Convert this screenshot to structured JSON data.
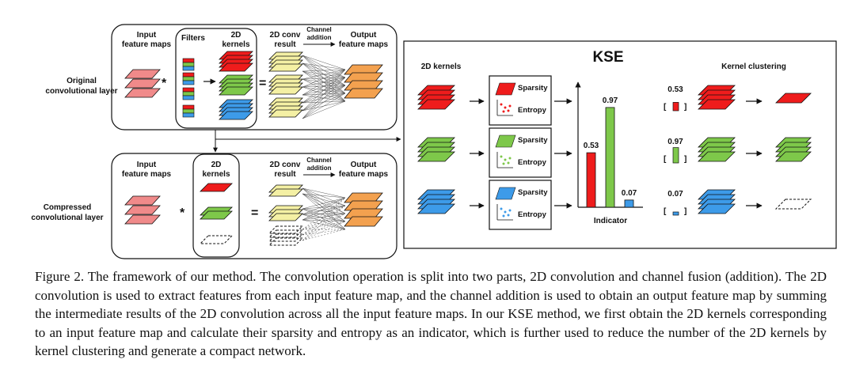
{
  "figure": {
    "original_label": [
      "Original",
      "convolutional layer"
    ],
    "compressed_label": [
      "Compressed",
      "convolutional layer"
    ],
    "input_feature_maps": [
      "Input",
      "feature maps"
    ],
    "filters": "Filters",
    "kernels_2d": [
      "2D",
      "kernels"
    ],
    "conv_result": [
      "2D conv",
      "result"
    ],
    "channel_addition": [
      "Channel",
      "addition"
    ],
    "output_feature_maps": [
      "Output",
      "feature maps"
    ],
    "op_multiply": "*",
    "op_equals": "=",
    "kse": {
      "title": "KSE",
      "kernels_label": "2D kernels",
      "clustering_label": "Kernel clustering",
      "sparsity": "Sparsity",
      "entropy": "Entropy",
      "indicator_label": "Indicator"
    }
  },
  "chart_data": {
    "type": "bar",
    "categories": [
      "red",
      "green",
      "blue"
    ],
    "values": [
      0.53,
      0.97,
      0.07
    ],
    "value_labels": [
      "0.53",
      "0.97",
      "0.07"
    ],
    "xlabel": "Indicator",
    "ylabel": "",
    "colors": [
      "#ef1c1c",
      "#7ec84a",
      "#3d9be9"
    ]
  },
  "caption": "Figure 2. The framework of our method. The convolution operation is split into two parts, 2D convolution and channel fusion (addition). The 2D convolution is used to extract features from each input feature map, and the channel addition is used to obtain an output feature map by summing the intermediate results of the 2D convolution across all the input feature maps. In our KSE method, we first obtain the 2D kernels corresponding to an input feature map and calculate their sparsity and entropy as an indicator, which is further used to reduce the number of the 2D kernels by kernel clustering and generate a compact network."
}
